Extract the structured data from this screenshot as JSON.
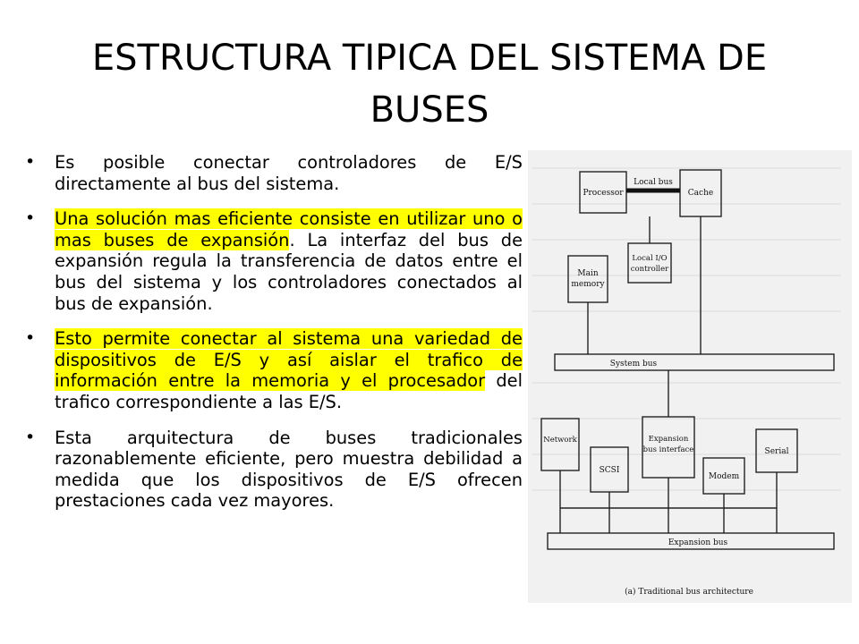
{
  "slide": {
    "title": "ESTRUCTURA TIPICA DEL SISTEMA DE BUSES",
    "bullets": [
      {
        "plain": "Es posible conectar controladores de E/S directamente al bus del sistema."
      },
      {
        "highlight": "Una solución mas eficiente consiste en utilizar uno o mas buses de expansión",
        "rest": ". La interfaz del bus de expansión regula la transferencia de datos entre el bus del sistema y los controladores conectados al bus de expansión."
      },
      {
        "highlight": "Esto permite conectar al sistema una variedad de dispositivos de E/S y así aislar el trafico de información entre la memoria y el procesador",
        "rest": " del trafico correspondiente a las E/S."
      },
      {
        "plain": "Esta arquitectura de buses tradicionales razonablemente eficiente, pero muestra debilidad a medida que los dispositivos de E/S ofrecen prestaciones cada vez mayores."
      }
    ],
    "highlight_color": "#ffff00"
  },
  "diagram": {
    "processor": "Processor",
    "local_bus": "Local bus",
    "cache": "Cache",
    "local_io_line1": "Local I/O",
    "local_io_line2": "controller",
    "main_memory_line1": "Main",
    "main_memory_line2": "memory",
    "system_bus": "System bus",
    "network": "Network",
    "scsi": "SCSI",
    "expansion_interface_line1": "Expansion",
    "expansion_interface_line2": "bus interface",
    "modem": "Modem",
    "serial": "Serial",
    "expansion_bus": "Expansion bus",
    "caption": "(a) Traditional bus architecture"
  }
}
